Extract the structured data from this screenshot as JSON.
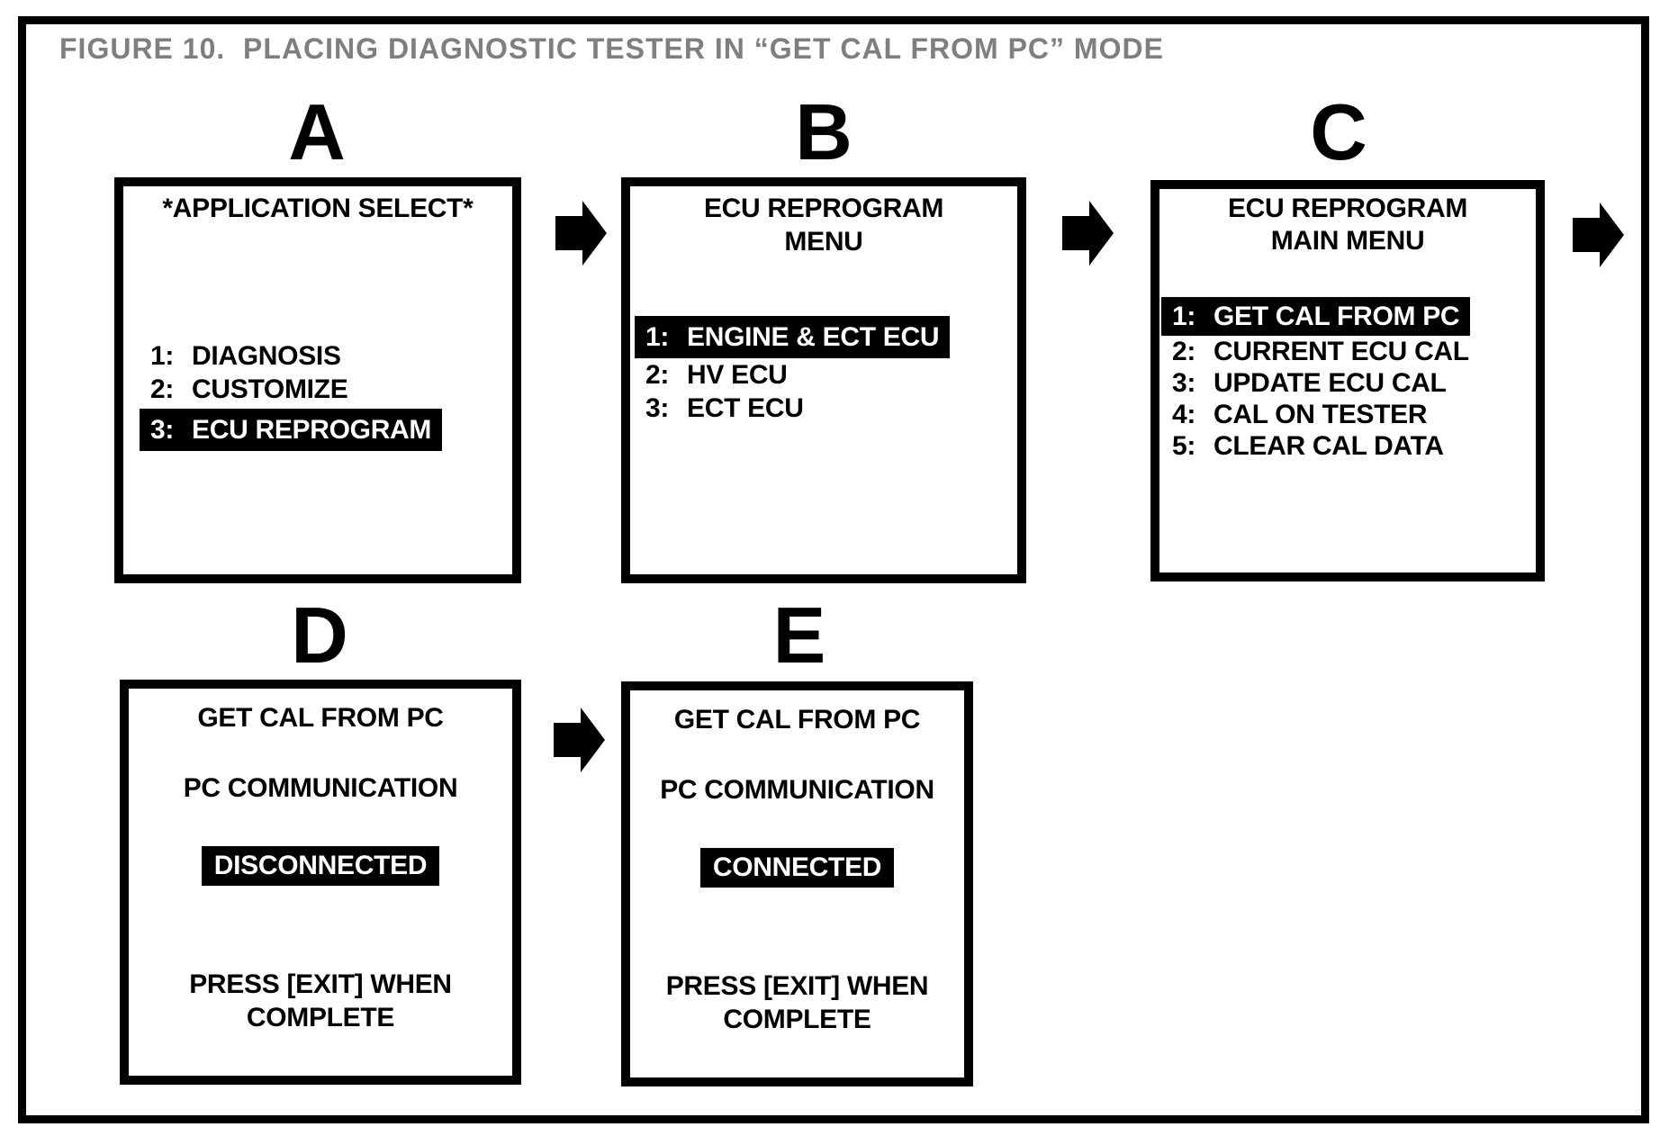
{
  "figure_title": "FIGURE 10.  PLACING DIAGNOSTIC TESTER IN “GET CAL FROM PC” MODE",
  "colors": {
    "ink": "#000000",
    "paper": "#ffffff",
    "caption_gray": "#7f7f7f"
  },
  "icons": {
    "flow_arrow": "arrow-right-icon"
  },
  "screens": [
    {
      "label": "A",
      "title_lines": [
        "*APPLICATION SELECT*"
      ],
      "items": [
        {
          "num": "1:",
          "label": "DIAGNOSIS",
          "highlighted": false
        },
        {
          "num": "2:",
          "label": "CUSTOMIZE",
          "highlighted": false
        },
        {
          "num": "3:",
          "label": "ECU REPROGRAM",
          "highlighted": true
        }
      ]
    },
    {
      "label": "B",
      "title_lines": [
        "ECU REPROGRAM",
        "MENU"
      ],
      "items": [
        {
          "num": "1:",
          "label": "ENGINE & ECT ECU",
          "highlighted": true
        },
        {
          "num": "2:",
          "label": "HV ECU",
          "highlighted": false
        },
        {
          "num": "3:",
          "label": "ECT ECU",
          "highlighted": false
        }
      ]
    },
    {
      "label": "C",
      "title_lines": [
        "ECU REPROGRAM",
        "MAIN MENU"
      ],
      "items": [
        {
          "num": "1:",
          "label": "GET CAL FROM PC",
          "highlighted": true
        },
        {
          "num": "2:",
          "label": "CURRENT ECU CAL",
          "highlighted": false
        },
        {
          "num": "3:",
          "label": "UPDATE ECU CAL",
          "highlighted": false
        },
        {
          "num": "4:",
          "label": "CAL ON TESTER",
          "highlighted": false
        },
        {
          "num": "5:",
          "label": "CLEAR CAL DATA",
          "highlighted": false
        }
      ]
    },
    {
      "label": "D",
      "lines": [
        "GET CAL FROM PC",
        "PC COMMUNICATION"
      ],
      "status": "DISCONNECTED",
      "footer_lines": [
        "PRESS [EXIT] WHEN",
        "COMPLETE"
      ]
    },
    {
      "label": "E",
      "lines": [
        "GET CAL FROM PC",
        "PC COMMUNICATION"
      ],
      "status": "CONNECTED",
      "footer_lines": [
        "PRESS [EXIT] WHEN",
        "COMPLETE"
      ]
    }
  ]
}
